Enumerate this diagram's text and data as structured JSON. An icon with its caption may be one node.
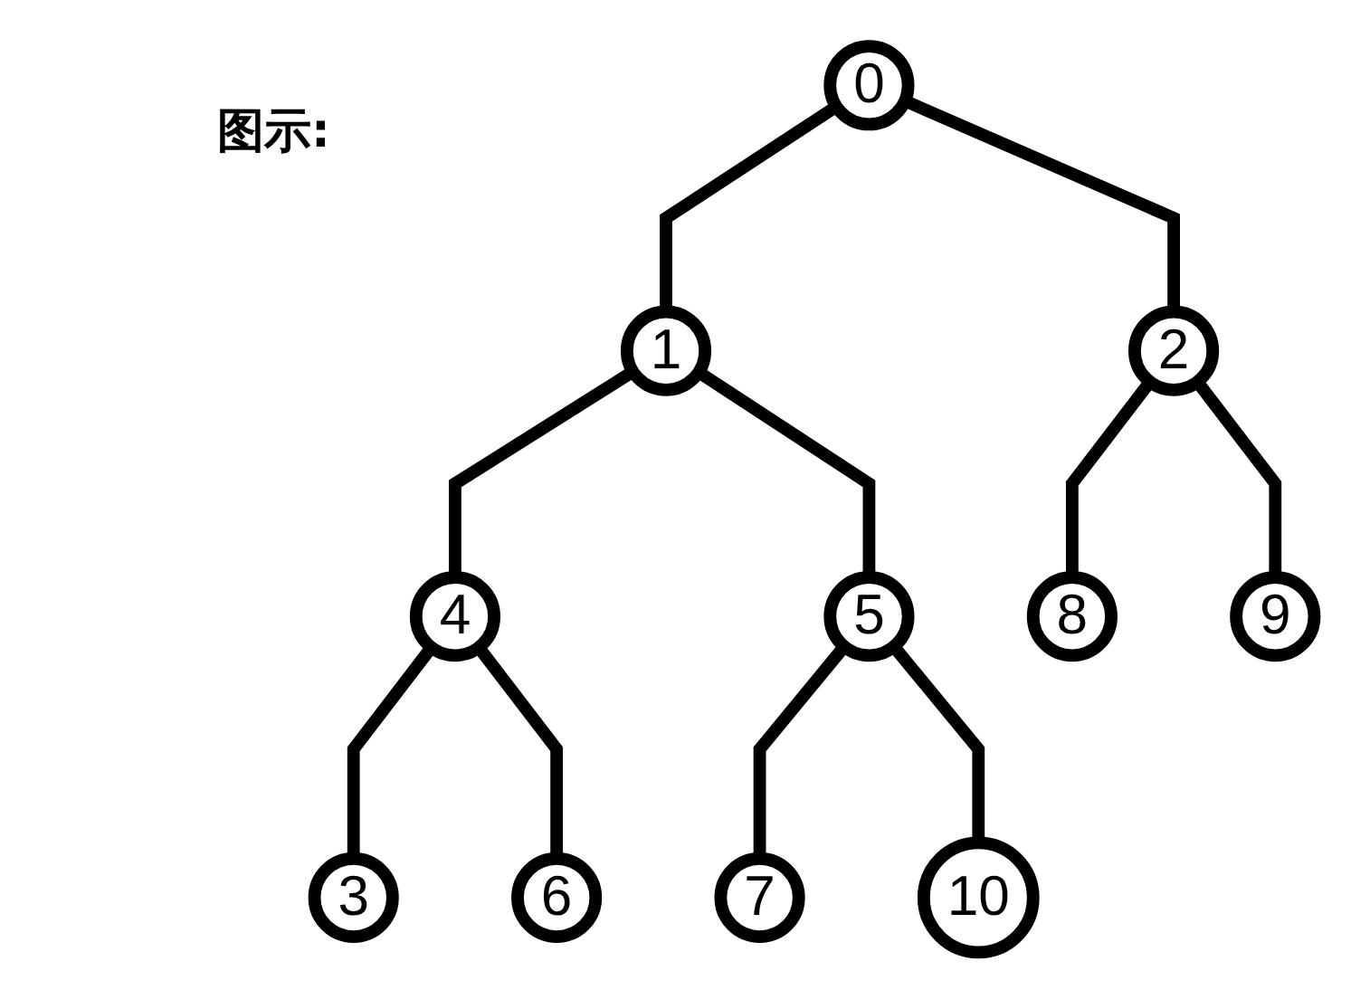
{
  "diagram": {
    "title": "图示:",
    "nodes": [
      {
        "text": [
          "0"
        ]
      },
      {
        "text": [
          "1"
        ]
      },
      {
        "text": [
          "2"
        ]
      },
      {
        "text": [
          "4"
        ]
      },
      {
        "text": [
          "5"
        ]
      },
      {
        "text": [
          "8"
        ]
      },
      {
        "text": [
          "9"
        ]
      },
      {
        "text": [
          "3"
        ]
      },
      {
        "text": [
          "6"
        ]
      },
      {
        "text": [
          "7"
        ]
      },
      {
        "text": [
          "10"
        ]
      }
    ],
    "edges": [
      {
        "from": 0,
        "to": 1,
        "arrow": "none"
      },
      {
        "from": 0,
        "to": 2,
        "arrow": "none"
      },
      {
        "from": 1,
        "to": 3,
        "arrow": "none"
      },
      {
        "from": 1,
        "to": 4,
        "arrow": "none"
      },
      {
        "from": 2,
        "to": 5,
        "arrow": "none"
      },
      {
        "from": 2,
        "to": 6,
        "arrow": "none"
      },
      {
        "from": 3,
        "to": 7,
        "arrow": "none"
      },
      {
        "from": 3,
        "to": 8,
        "arrow": "none"
      },
      {
        "from": 4,
        "to": 9,
        "arrow": "none"
      },
      {
        "from": 4,
        "to": 10,
        "arrow": "none"
      }
    ]
  }
}
